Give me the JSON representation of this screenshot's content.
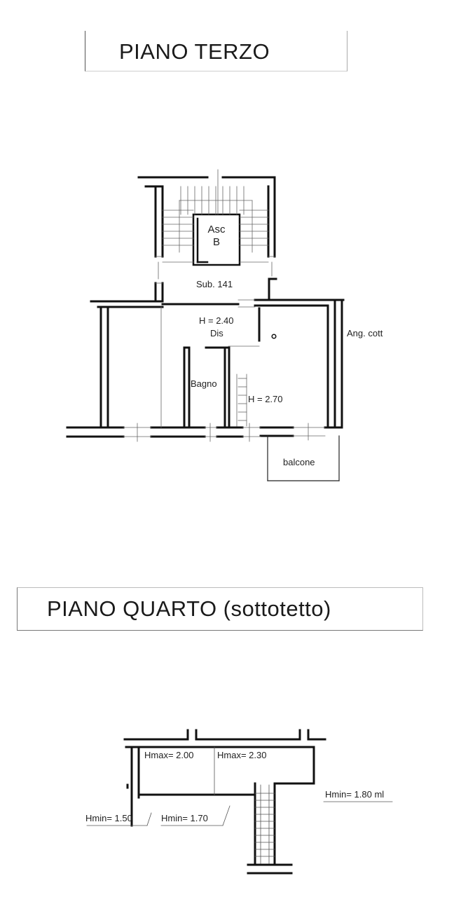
{
  "floor3": {
    "title": "PIANO TERZO",
    "labels": {
      "elevator_line1": "Asc",
      "elevator_line2": "B",
      "unit": "Sub. 141",
      "corridor_height": "H = 2.40",
      "corridor": "Dis",
      "kitchenette": "Ang. cott",
      "bathroom": "Bagno",
      "room_height": "H = 2.70",
      "balcony": "balcone"
    }
  },
  "floor4": {
    "title": "PIANO QUARTO (sottotetto)",
    "labels": {
      "hmax_left": "Hmax= 2.00",
      "hmax_right": "Hmax= 2.30",
      "hmin_right": "Hmin= 1.80 ml",
      "hmin_left": "Hmin= 1.50",
      "hmin_mid": "Hmin= 1.70"
    }
  }
}
